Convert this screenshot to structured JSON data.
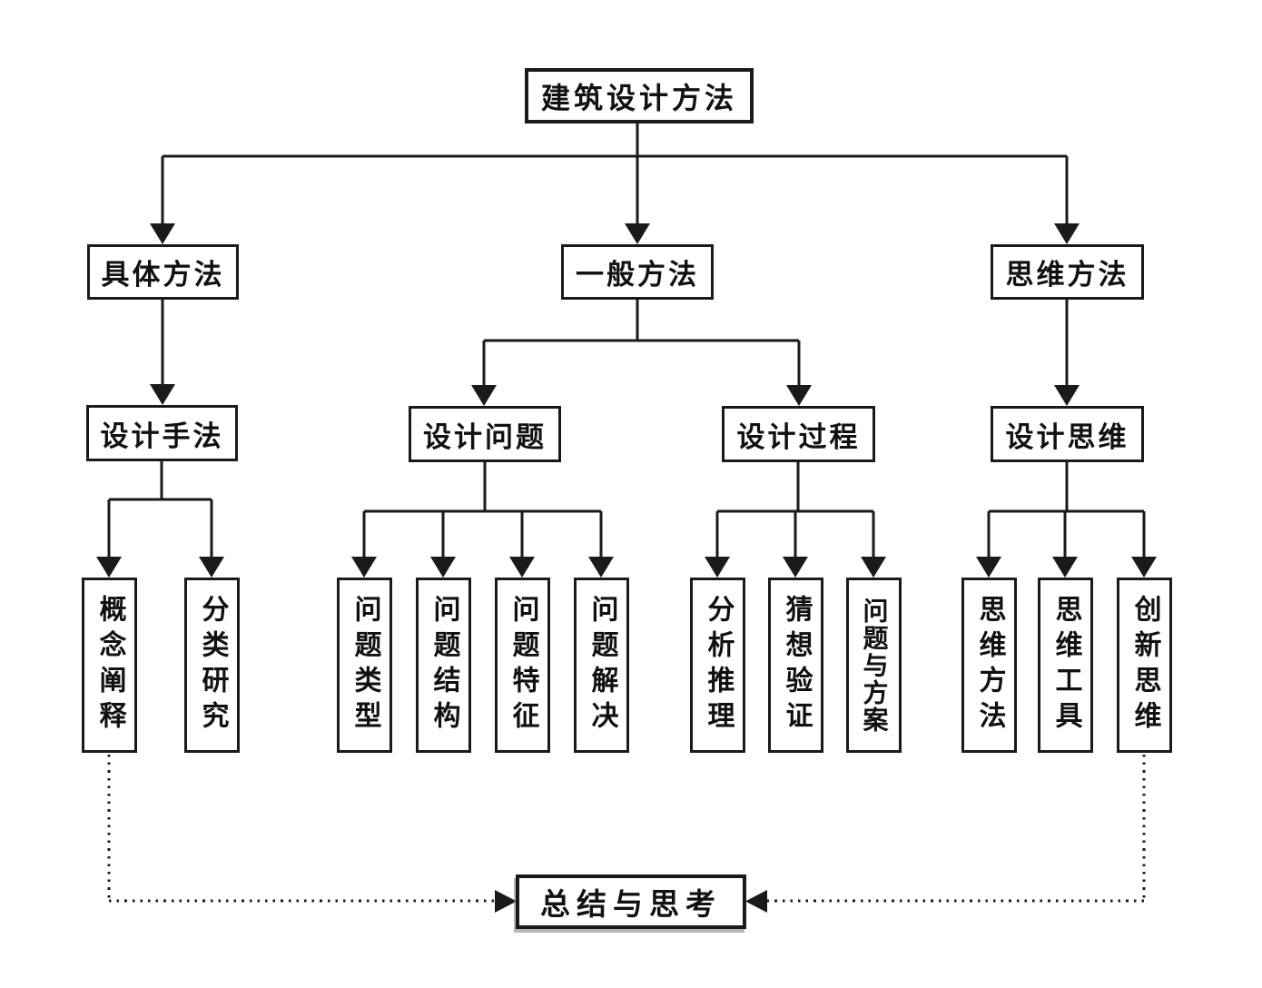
{
  "tree": {
    "root": "建筑设计方法",
    "level2": [
      "具体方法",
      "一般方法",
      "思维方法"
    ],
    "level3": [
      "设计手法",
      "设计问题",
      "设计过程",
      "设计思维"
    ],
    "leaves": {
      "shoufa": [
        "概念阐释",
        "分类研究"
      ],
      "wenti": [
        "问题类型",
        "问题结构",
        "问题特征",
        "问题解决"
      ],
      "guocheng": [
        "分析推理",
        "猜想验证",
        "问题与方案"
      ],
      "siwei": [
        "思维方法",
        "思维工具",
        "创新思维"
      ]
    },
    "summary": "总结与思考"
  },
  "colors": {
    "line": "#1a1a1a",
    "background": "#ffffff",
    "text": "#111111"
  }
}
